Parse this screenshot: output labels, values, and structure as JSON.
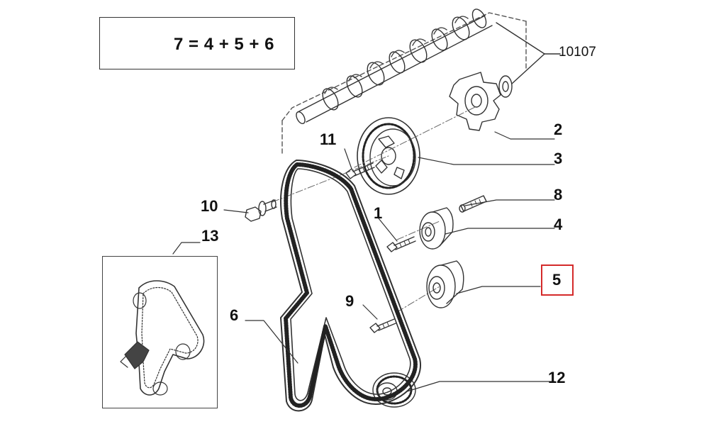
{
  "diagram": {
    "section_code": "10107",
    "kit_formula": "7 = 4 + 5 + 6",
    "callouts": {
      "c1": "1",
      "c2": "2",
      "c3": "3",
      "c4": "4",
      "c5": "5",
      "c6": "6",
      "c8": "8",
      "c9": "9",
      "c10": "10",
      "c11": "11",
      "c12": "12",
      "c13": "13"
    },
    "highlighted_callout": "5",
    "colors": {
      "line": "#333333",
      "highlight": "#d42a2a",
      "background": "#ffffff"
    },
    "icons": [
      "kit-parts-icon",
      "timing-belt",
      "camshaft",
      "cam-sprocket",
      "tensioner-pulley",
      "idler-pulley",
      "crank-sprocket",
      "bolt",
      "stud",
      "inset-belt-routing"
    ]
  }
}
